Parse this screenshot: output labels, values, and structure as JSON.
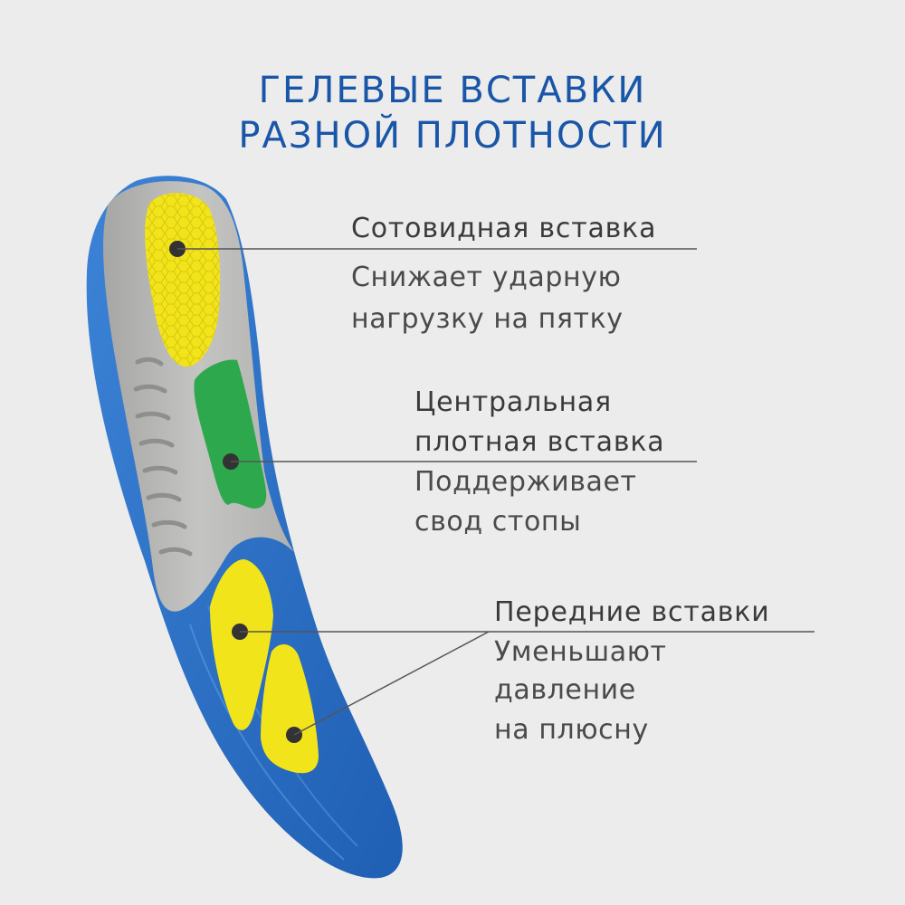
{
  "title": {
    "line1": "ГЕЛЕВЫЕ ВСТАВКИ",
    "line2": "РАЗНОЙ ПЛОТНОСТИ"
  },
  "callouts": {
    "heel": {
      "heading": "Сотовидная вставка",
      "desc1": "Снижает ударную",
      "desc2": "нагрузку на пятку"
    },
    "center": {
      "heading1": "Центральная",
      "heading2": "плотная вставка",
      "desc1": "Поддерживает",
      "desc2": "свод стопы"
    },
    "front": {
      "heading": "Передние вставки",
      "desc1": "Уменьшают",
      "desc2": "давление",
      "desc3": "на плюсну"
    }
  },
  "colors": {
    "title": "#1a56a8",
    "insole_blue": "#2f6fc4",
    "insole_gray": "#b5b5b3",
    "gel_yellow": "#f2e41b",
    "gel_green": "#2ea84c"
  }
}
